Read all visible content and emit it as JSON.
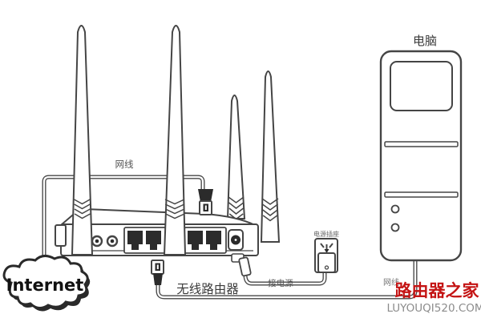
{
  "diagram": {
    "internet_label": "Internet",
    "labels": {
      "network_cable_top": "网线",
      "computer": "电脑",
      "power_socket": "电源插座",
      "connect_power": "接电源",
      "wireless_router": "无线路由器",
      "network_cable_bottom": "网线"
    },
    "watermark": {
      "site_name": "路由器之家",
      "site_url": "LUYOUQI520.COM"
    },
    "colors": {
      "watermark_red": "#c41414",
      "watermark_gray": "#8c8c8c",
      "line": "#454545"
    }
  }
}
